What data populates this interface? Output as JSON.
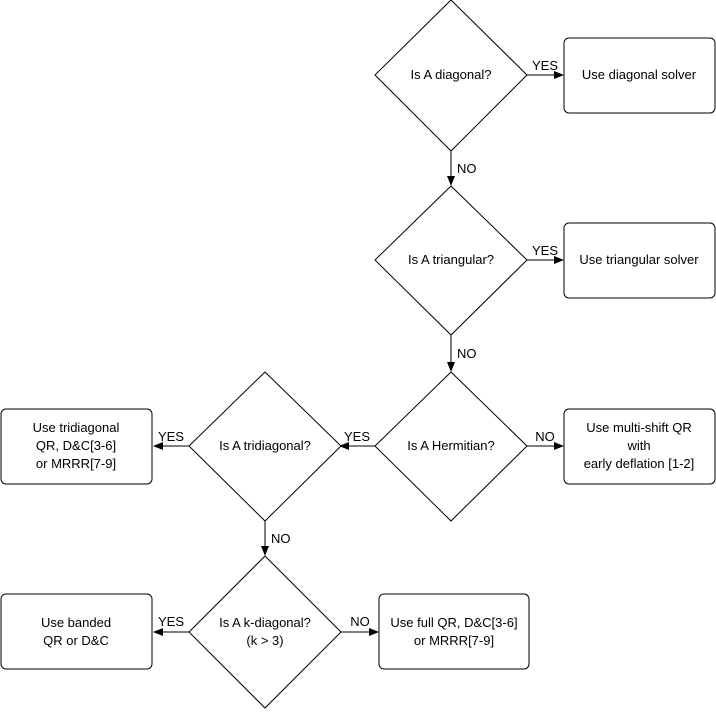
{
  "decisions": {
    "diagonal": "Is A diagonal?",
    "triangular": "Is A triangular?",
    "hermitian": "Is A Hermitian?",
    "tridiagonal": "Is A tridiagonal?",
    "kdiagonal": [
      "Is A k-diagonal?",
      "(k > 3)"
    ]
  },
  "outcomes": {
    "diagonal_solver": [
      "Use diagonal solver"
    ],
    "triangular_solver": [
      "Use triangular solver"
    ],
    "multishift_qr": [
      "Use multi-shift QR",
      "with",
      "early deflation [1-2]"
    ],
    "tridiagonal_methods": [
      "Use tridiagonal",
      "QR, D&C[3-6]",
      "or MRRR[7-9]"
    ],
    "banded_methods": [
      "Use banded",
      "QR or D&C"
    ],
    "full_methods": [
      "Use full QR, D&C[3-6]",
      "or MRRR[7-9]"
    ]
  },
  "edge_labels": {
    "yes": "YES",
    "no": "NO"
  }
}
